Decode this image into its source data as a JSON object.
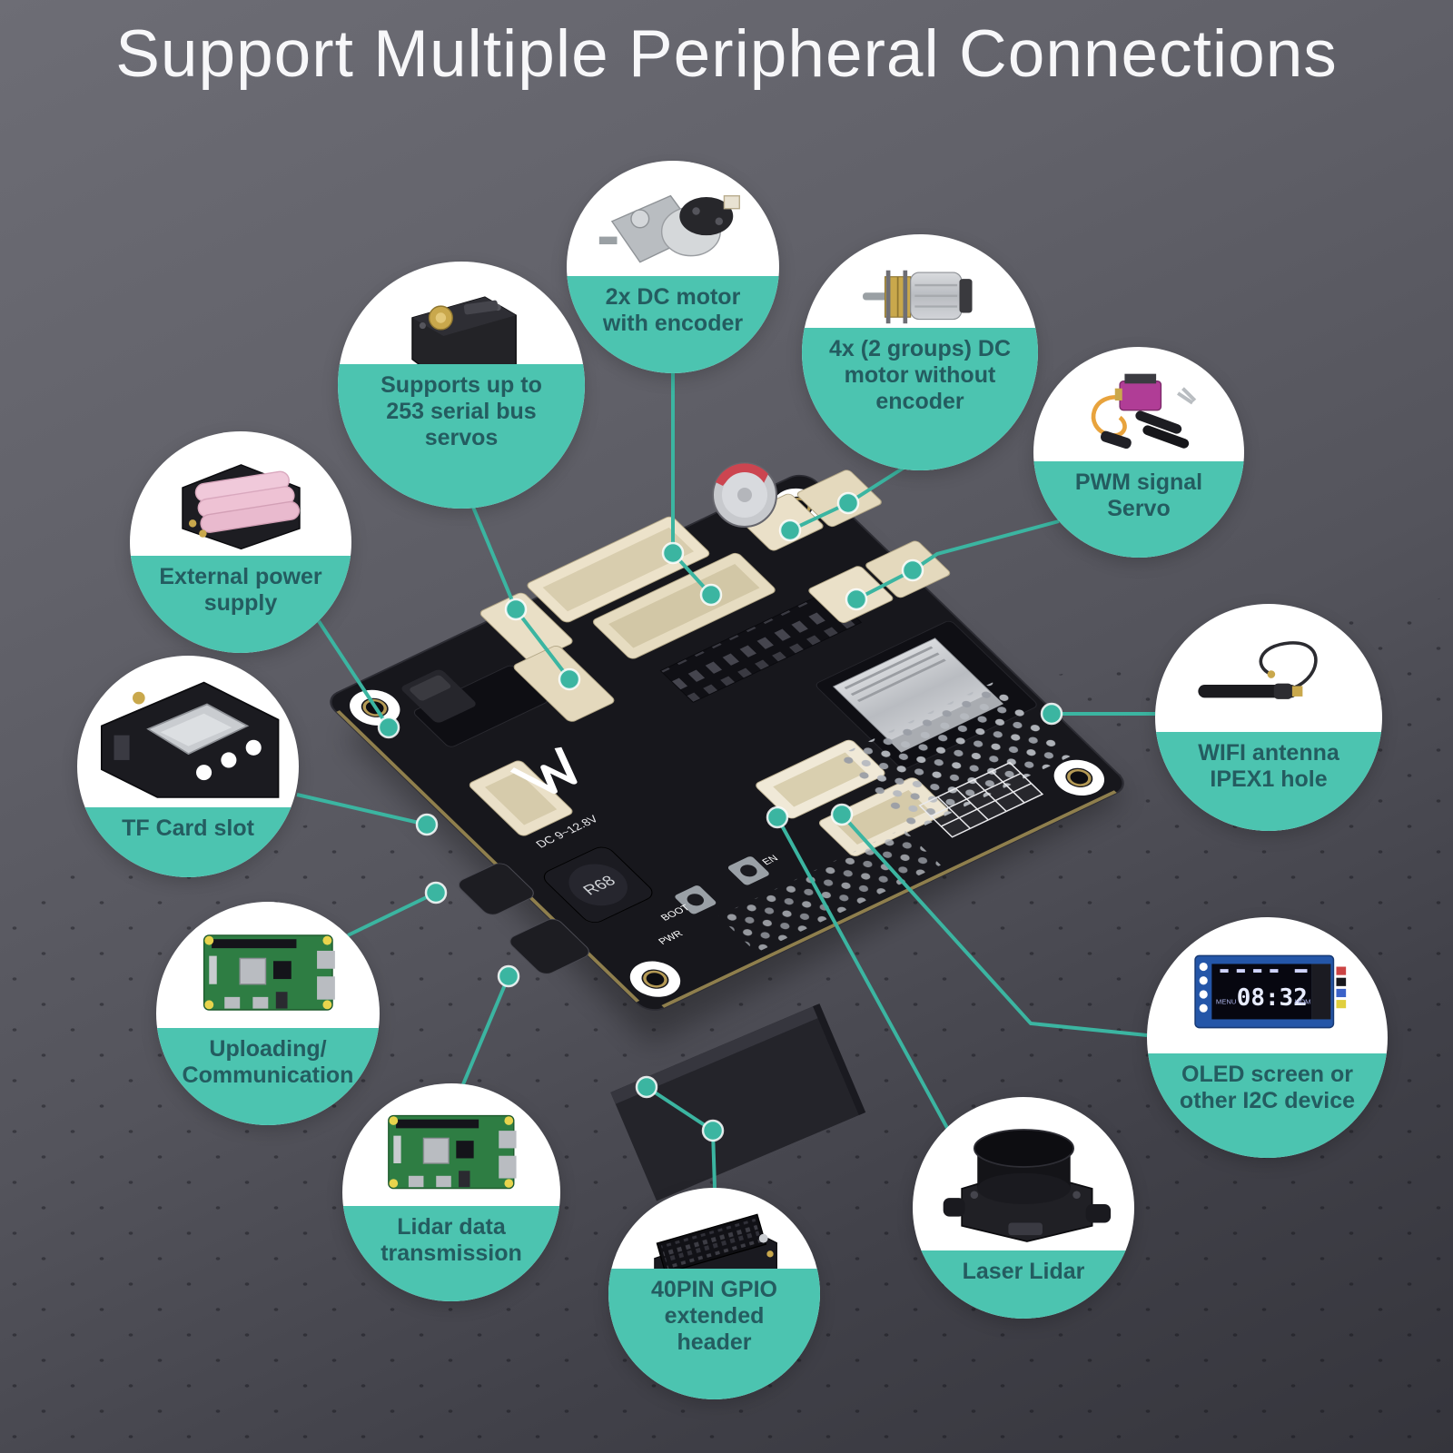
{
  "title": "Support Multiple Peripheral Connections",
  "theme": {
    "accent_line": "#3bb5a1",
    "chord_fill": "#4cc4b0",
    "label_text": "#245c60",
    "background_top": "#6d6d75",
    "background_bottom": "#35353c",
    "board_color": "#17171c"
  },
  "callouts": [
    {
      "id": "dc-motor-encoder",
      "lines": [
        "2x DC motor",
        "with encoder"
      ]
    },
    {
      "id": "dc-motor-no-encoder",
      "lines": [
        "4x (2 groups) DC",
        "motor without",
        "encoder"
      ]
    },
    {
      "id": "serial-bus-servos",
      "lines": [
        "Supports up to",
        "253 serial bus",
        "servos"
      ]
    },
    {
      "id": "pwm-servo",
      "lines": [
        "PWM signal",
        "Servo"
      ]
    },
    {
      "id": "external-power",
      "lines": [
        "External power",
        "supply"
      ]
    },
    {
      "id": "tf-card",
      "lines": [
        "TF Card slot"
      ]
    },
    {
      "id": "wifi-antenna",
      "lines": [
        "WIFI antenna",
        "IPEX1 hole"
      ]
    },
    {
      "id": "uploading",
      "lines": [
        "Uploading/",
        "Communication"
      ]
    },
    {
      "id": "oled",
      "lines": [
        "OLED screen or",
        "other I2C device"
      ]
    },
    {
      "id": "lidar-data",
      "lines": [
        "Lidar data",
        "transmission"
      ]
    },
    {
      "id": "laser-lidar",
      "lines": [
        "Laser Lidar"
      ]
    },
    {
      "id": "gpio",
      "lines": [
        "40PIN GPIO",
        "extended",
        "header"
      ]
    }
  ],
  "oled_display": {
    "time": "08:32",
    "left": "MENU",
    "right": "HOME"
  },
  "board_silkscreen": {
    "r68": "R68",
    "boot": "BOOT",
    "en": "EN",
    "pwr": "PWR",
    "dc_range": "DC 9~12.8V"
  }
}
